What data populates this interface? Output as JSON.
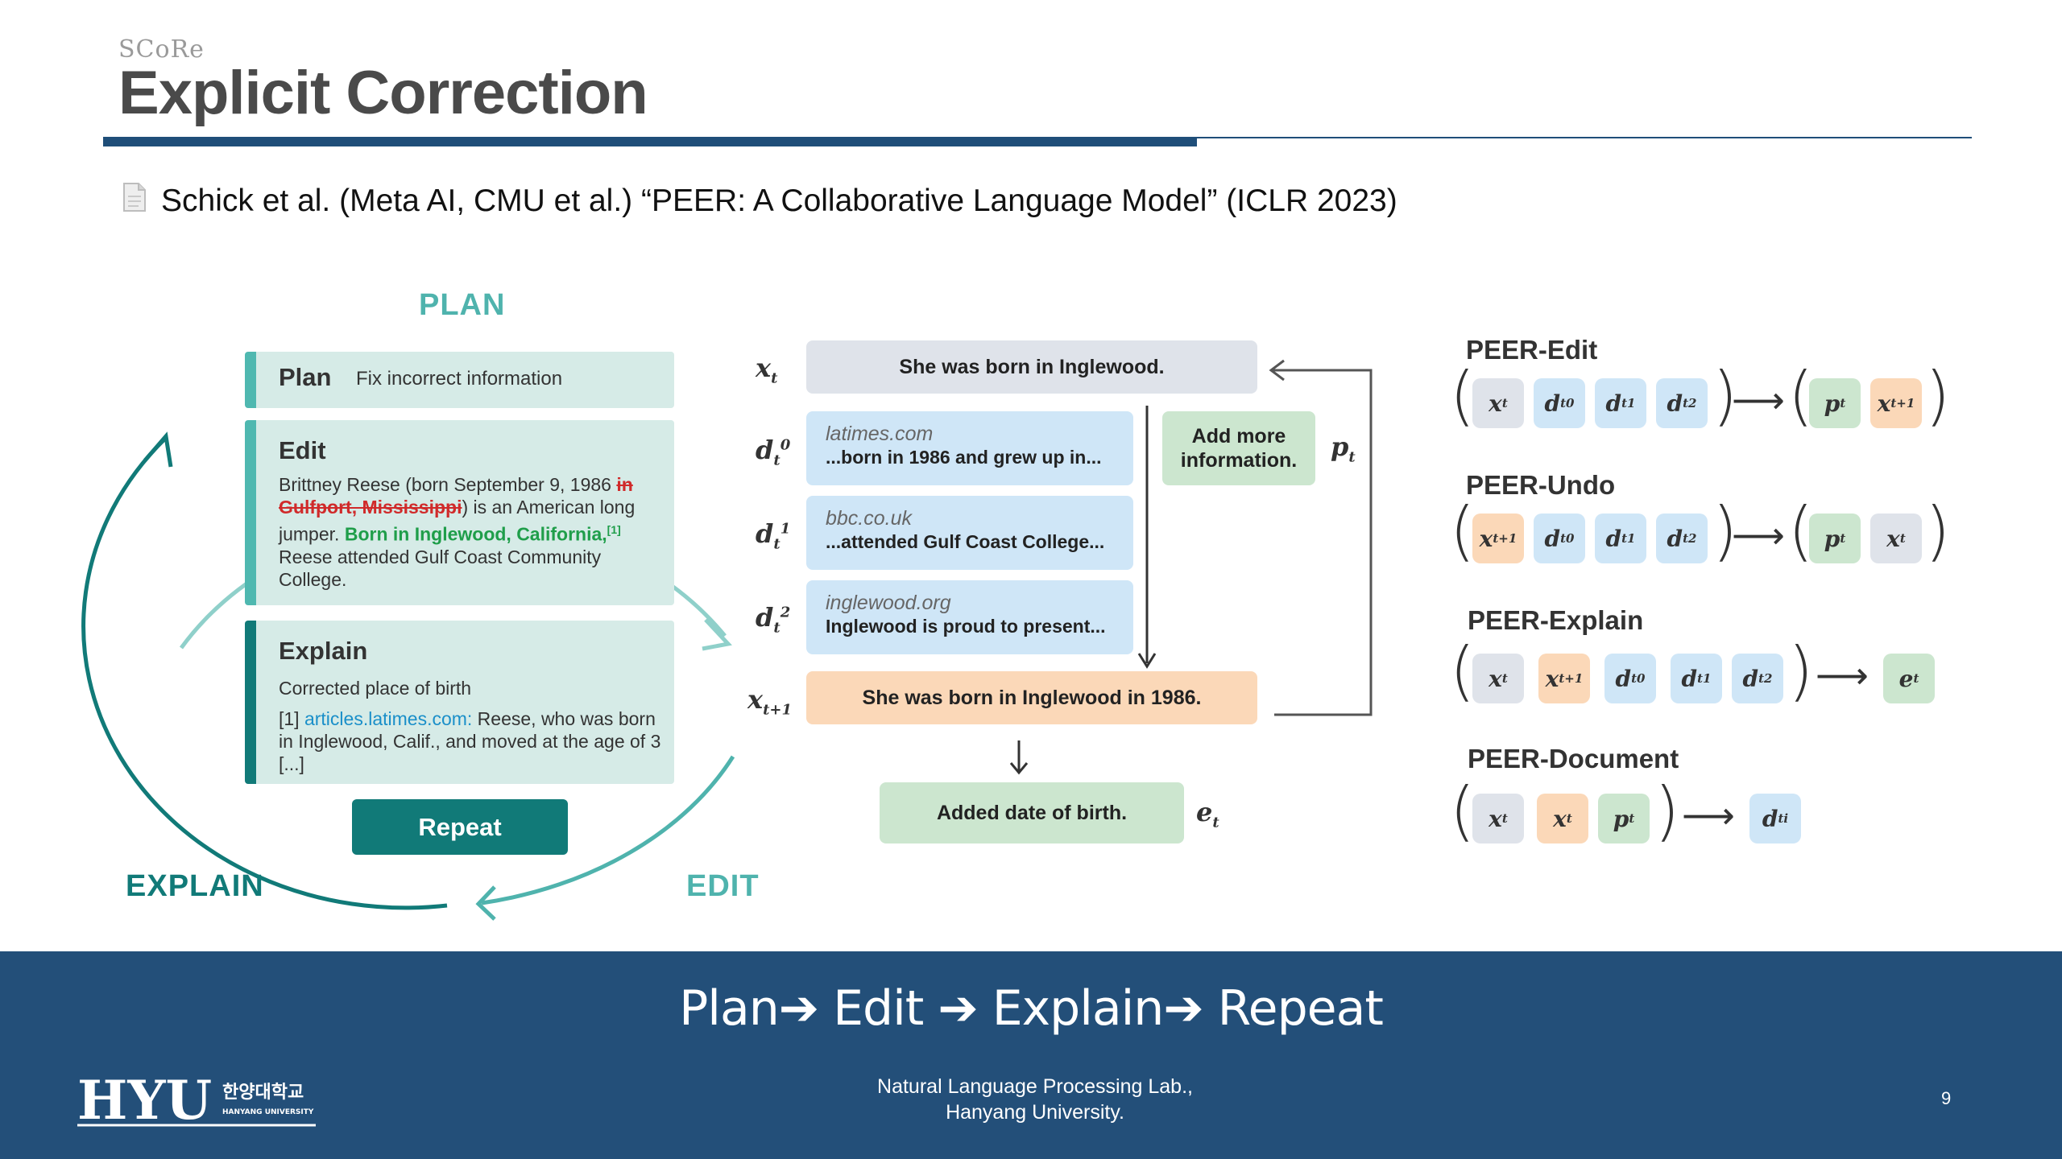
{
  "header": {
    "kicker": "SCoRe",
    "title": "Explicit Correction",
    "citation": "Schick et al. (Meta AI, CMU et al.) “PEER: A Collaborative Language Model” (ICLR 2023)"
  },
  "cycle": {
    "plan_label": "PLAN",
    "explain_label": "EXPLAIN",
    "edit_label": "EDIT",
    "plan_card": {
      "heading": "Plan",
      "text": "Fix incorrect information"
    },
    "edit_card": {
      "heading": "Edit",
      "text_1": "Brittney Reese (born September 9, 1986",
      "strike": "in Gulfport, Mississippi",
      "text_2": ") is an American long jumper. ",
      "green": "Born in Inglewood, California,",
      "ref": "[1]",
      "text_3": " Reese attended Gulf Coast Community College."
    },
    "explain_card": {
      "heading": "Explain",
      "line_1": "Corrected place of birth",
      "ref": "[1] ",
      "link": "articles.latimes.com:",
      "text": " Reese, who was born in Inglewood, Calif., and moved at the age of 3 [...]"
    },
    "repeat_button": "Repeat"
  },
  "diagram": {
    "xt_box": "She was born in Inglewood.",
    "docs": [
      {
        "source": "latimes.com",
        "snippet": "...born in 1986 and grew up in..."
      },
      {
        "source": "bbc.co.uk",
        "snippet": "...attended Gulf Coast College..."
      },
      {
        "source": "inglewood.org",
        "snippet": "Inglewood is proud to present..."
      }
    ],
    "plan_box": "Add more information.",
    "xt1_box": "She was born in Inglewood in 1986.",
    "et_box": "Added date of birth."
  },
  "peer": [
    {
      "title": "PEER-Edit"
    },
    {
      "title": "PEER-Undo"
    },
    {
      "title": "PEER-Explain"
    },
    {
      "title": "PEER-Document"
    }
  ],
  "footer": {
    "motto": "Plan➔ Edit ➔ Explain➔ Repeat",
    "lab_line_1": "Natural Language Processing Lab.,",
    "lab_line_2": "Hanyang University.",
    "page_number": "9",
    "logo_text": "HYU",
    "logo_korean": "한양대학교",
    "logo_english": "HANYANG UNIVERSITY"
  },
  "colors": {
    "navy": "#1f4e79",
    "teal_light": "#4fb3ad",
    "teal_dark": "#117a78",
    "token_gray": "#dfe3ea",
    "token_blue": "#cfe6f7",
    "token_orange": "#fbd8b8",
    "token_green": "#cce6cf"
  }
}
